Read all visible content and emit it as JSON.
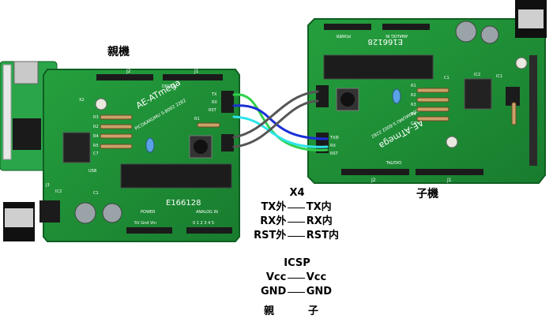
{
  "parent_label": "親機",
  "child_label": "子機",
  "parent_board": {
    "top_headers": [
      "J2",
      "J1"
    ],
    "digital_label": "DIGITAL",
    "board_name": "AE-ATmega",
    "board_sub": "PICOKAKUMU S-8002 2282",
    "lot_code": "E166128",
    "power_label": "POWER",
    "power_pins": "5V  Gnd  Vin",
    "analog_label": "ANALOG IN",
    "analog_pins": "0 1 2 3 4 5",
    "tx_label": "TX",
    "rx_label": "RX",
    "rst_label": "RST",
    "refs": [
      "R3",
      "R2",
      "R4",
      "R5",
      "R1",
      "C7",
      "X2",
      "IC2",
      "C1",
      "J3",
      "USB"
    ]
  },
  "child_board": {
    "top_headers": [
      "POWER",
      "ANALOG IN"
    ],
    "board_name": "AE-ATmega",
    "board_sub": "PICOKAKUMU S-8002 2282",
    "lot_code": "E166128",
    "digital_label": "DIGITAL",
    "bottom_headers": [
      "J2",
      "J1"
    ],
    "tx_label": "TX外",
    "rx_label": "RX",
    "rst_label": "RST",
    "refs": [
      "R1",
      "R2",
      "R3",
      "R4",
      "C7",
      "C1",
      "IC2",
      "IC1"
    ]
  },
  "x4": {
    "title": "X4",
    "rows": [
      {
        "left": "TX外",
        "right": "TX内"
      },
      {
        "left": "RX外",
        "right": "RX内"
      },
      {
        "left": "RST外",
        "right": "RST内"
      }
    ]
  },
  "icsp": {
    "title": "ICSP",
    "rows": [
      {
        "left": "Vcc",
        "right": "Vcc"
      },
      {
        "left": "GND",
        "right": "GND"
      }
    ]
  },
  "footer": {
    "left": "親",
    "right": "子"
  },
  "colors": {
    "pcb": "#1f8f37",
    "pcb_dark": "#156e29",
    "header": "#1b1b1b",
    "wire_green": "#2fd14a",
    "wire_blue": "#1a2fd6",
    "wire_cyan": "#2ee4e8",
    "wire_gray": "#555555"
  }
}
